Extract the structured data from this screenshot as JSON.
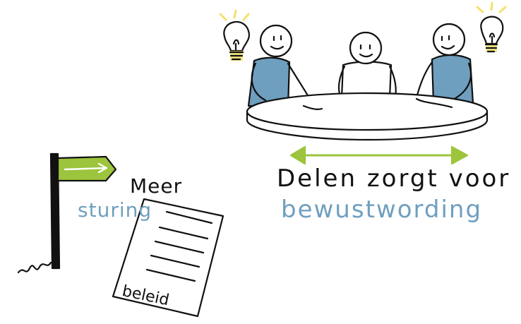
{
  "caption": {
    "line1": "Delen zorgt voor",
    "line2": "bewustwording"
  },
  "sign": {
    "line1": "Meer",
    "line2": "sturing"
  },
  "document": {
    "label": "beleid"
  },
  "colors": {
    "ink": "#111111",
    "blue": "#6f9fbf",
    "green": "#9cc43c",
    "bulb": "#f2e26a"
  },
  "icons": [
    "lightbulb-icon",
    "lightbulb-icon",
    "arrow-right-icon",
    "double-arrow-icon",
    "flag-sign-icon",
    "document-icon"
  ]
}
